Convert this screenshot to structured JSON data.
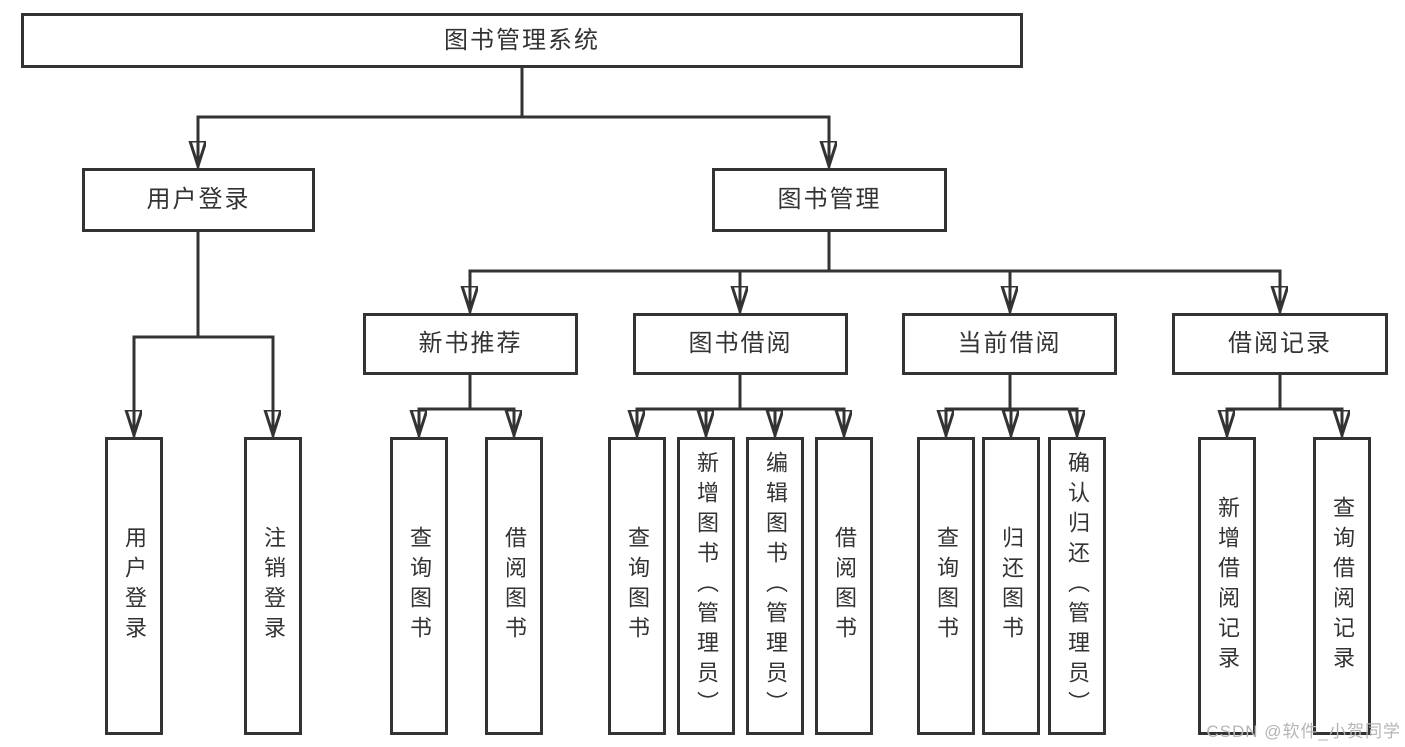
{
  "tree": {
    "root": {
      "label": "图书管理系统"
    },
    "branches": [
      {
        "label": "用户登录",
        "children": [
          {
            "label": "用户登录"
          },
          {
            "label": "注销登录"
          }
        ]
      },
      {
        "label": "图书管理",
        "children": [
          {
            "label": "新书推荐",
            "children": [
              {
                "label": "查询图书"
              },
              {
                "label": "借阅图书"
              }
            ]
          },
          {
            "label": "图书借阅",
            "children": [
              {
                "label": "查询图书"
              },
              {
                "label": "新增图书（管理员）"
              },
              {
                "label": "编辑图书（管理员）"
              },
              {
                "label": "借阅图书"
              }
            ]
          },
          {
            "label": "当前借阅",
            "children": [
              {
                "label": "查询图书"
              },
              {
                "label": "归还图书"
              },
              {
                "label": "确认归还（管理员）"
              }
            ]
          },
          {
            "label": "借阅记录",
            "children": [
              {
                "label": "新增借阅记录"
              },
              {
                "label": "查询借阅记录"
              }
            ]
          }
        ]
      }
    ]
  },
  "watermark": "CSDN @软件_小贺同学",
  "colors": {
    "line": "#333333",
    "box_border": "#333333",
    "text": "#333333",
    "watermark": "#b5b5b5",
    "background": "#ffffff"
  }
}
